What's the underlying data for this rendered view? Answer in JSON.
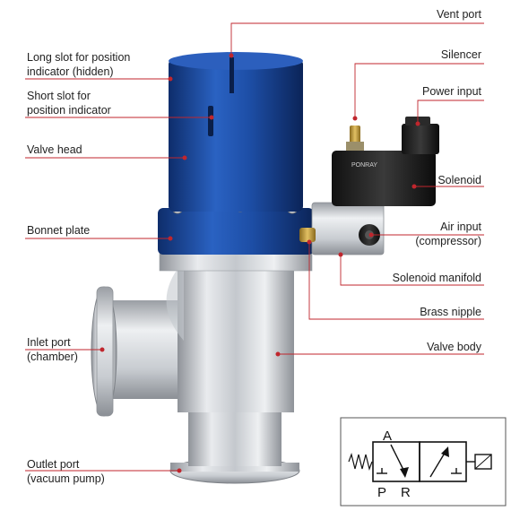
{
  "labels": {
    "long_slot": [
      "Long slot for position",
      "indicator (hidden)"
    ],
    "short_slot": [
      "Short slot for",
      "position indicator"
    ],
    "valve_head": "Valve head",
    "bonnet_plate": "Bonnet plate",
    "inlet_port": [
      "Inlet port",
      "(chamber)"
    ],
    "outlet_port": [
      "Outlet port",
      "(vacuum pump)"
    ],
    "vent_port": "Vent port",
    "silencer": "Silencer",
    "power_input": "Power input",
    "solenoid": "Solenoid",
    "air_input": [
      "Air input",
      "(compressor)"
    ],
    "solenoid_manifold": "Solenoid manifold",
    "brass_nipple": "Brass nipple",
    "valve_body": "Valve body"
  },
  "symbol": {
    "port_a": "A",
    "port_p": "P",
    "port_r": "R"
  },
  "solenoid_brand": "PONRAY",
  "colors": {
    "leader_line": "#c0262d",
    "valve_head_blue": "#1f4fa3",
    "steel": "#c9ccd0",
    "label_text": "#222222"
  }
}
